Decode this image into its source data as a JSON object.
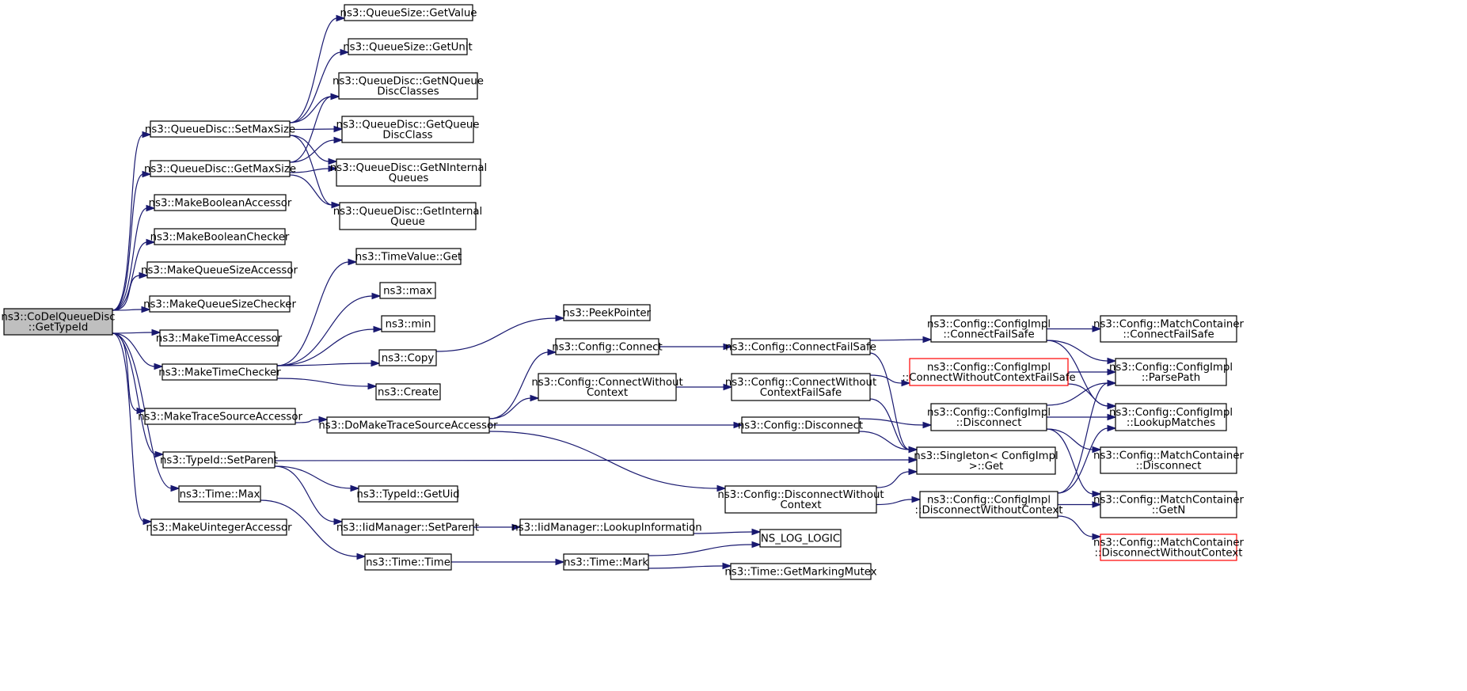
{
  "diagram": {
    "colors": {
      "edge": "#191970",
      "root_fill": "#bfbfbf",
      "node_fill": "#ffffff",
      "node_border": "#000000",
      "truncated_border": "#ff0000"
    },
    "nodes": [
      {
        "id": "root",
        "lines": [
          "ns3::CoDelQueueDisc",
          "::GetTypeId"
        ],
        "style": "root"
      },
      {
        "id": "qs_getvalue",
        "lines": [
          "ns3::QueueSize::GetValue"
        ]
      },
      {
        "id": "qs_getunit",
        "lines": [
          "ns3::QueueSize::GetUnit"
        ]
      },
      {
        "id": "qd_getnqueuediscclasses",
        "lines": [
          "ns3::QueueDisc::GetNQueue",
          "DiscClasses"
        ]
      },
      {
        "id": "qd_getqueuediscclass",
        "lines": [
          "ns3::QueueDisc::GetQueue",
          "DiscClass"
        ]
      },
      {
        "id": "qd_setmaxsize",
        "lines": [
          "ns3::QueueDisc::SetMaxSize"
        ]
      },
      {
        "id": "qd_getmaxsize",
        "lines": [
          "ns3::QueueDisc::GetMaxSize"
        ]
      },
      {
        "id": "qd_getninternalqueues",
        "lines": [
          "ns3::QueueDisc::GetNInternal",
          "Queues"
        ]
      },
      {
        "id": "qd_getinternalqueue",
        "lines": [
          "ns3::QueueDisc::GetInternal",
          "Queue"
        ]
      },
      {
        "id": "makebooleanaccessor",
        "lines": [
          "ns3::MakeBooleanAccessor"
        ]
      },
      {
        "id": "makebooleanchecker",
        "lines": [
          "ns3::MakeBooleanChecker"
        ]
      },
      {
        "id": "makequeuesizeaccessor",
        "lines": [
          "ns3::MakeQueueSizeAccessor"
        ]
      },
      {
        "id": "makequeuesizechecker",
        "lines": [
          "ns3::MakeQueueSizeChecker"
        ]
      },
      {
        "id": "maketimeaccessor",
        "lines": [
          "ns3::MakeTimeAccessor"
        ]
      },
      {
        "id": "maketimechecker",
        "lines": [
          "ns3::MakeTimeChecker"
        ]
      },
      {
        "id": "timevalue_get",
        "lines": [
          "ns3::TimeValue::Get"
        ]
      },
      {
        "id": "max",
        "lines": [
          "ns3::max"
        ]
      },
      {
        "id": "min",
        "lines": [
          "ns3::min"
        ]
      },
      {
        "id": "copy",
        "lines": [
          "ns3::Copy"
        ]
      },
      {
        "id": "create",
        "lines": [
          "ns3::Create"
        ]
      },
      {
        "id": "peekpointer",
        "lines": [
          "ns3::PeekPointer"
        ]
      },
      {
        "id": "maketracesourceaccessor",
        "lines": [
          "ns3::MakeTraceSourceAccessor"
        ]
      },
      {
        "id": "domaketracesourceaccessor",
        "lines": [
          "ns3::DoMakeTraceSourceAccessor"
        ]
      },
      {
        "id": "config_connect",
        "lines": [
          "ns3::Config::Connect"
        ]
      },
      {
        "id": "config_connectwithoutcontext",
        "lines": [
          "ns3::Config::ConnectWithout",
          "Context"
        ]
      },
      {
        "id": "config_connectfailsafe",
        "lines": [
          "ns3::Config::ConnectFailSafe"
        ]
      },
      {
        "id": "config_connectwithoutcontextfailsafe",
        "lines": [
          "ns3::Config::ConnectWithout",
          "ContextFailSafe"
        ]
      },
      {
        "id": "config_disconnect",
        "lines": [
          "ns3::Config::Disconnect"
        ]
      },
      {
        "id": "config_disconnectwithoutcontext",
        "lines": [
          "ns3::Config::DisconnectWithout",
          "Context"
        ]
      },
      {
        "id": "ci_connectfailsafe",
        "lines": [
          "ns3::Config::ConfigImpl",
          "::ConnectFailSafe"
        ]
      },
      {
        "id": "ci_connectwithoutcontextfailsafe",
        "lines": [
          "ns3::Config::ConfigImpl",
          "::ConnectWithoutContextFailSafe"
        ],
        "style": "truncated"
      },
      {
        "id": "ci_disconnect",
        "lines": [
          "ns3::Config::ConfigImpl",
          "::Disconnect"
        ]
      },
      {
        "id": "ci_disconnectwithoutcontext",
        "lines": [
          "ns3::Config::ConfigImpl",
          "::DisconnectWithoutContext"
        ]
      },
      {
        "id": "singleton_get",
        "lines": [
          "ns3::Singleton< ConfigImpl",
          " >::Get"
        ]
      },
      {
        "id": "mc_connectfailsafe",
        "lines": [
          "ns3::Config::MatchContainer",
          "::ConnectFailSafe"
        ]
      },
      {
        "id": "ci_parsepath",
        "lines": [
          "ns3::Config::ConfigImpl",
          "::ParsePath"
        ]
      },
      {
        "id": "ci_lookupmatches",
        "lines": [
          "ns3::Config::ConfigImpl",
          "::LookupMatches"
        ]
      },
      {
        "id": "mc_disconnect",
        "lines": [
          "ns3::Config::MatchContainer",
          "::Disconnect"
        ]
      },
      {
        "id": "mc_getn",
        "lines": [
          "ns3::Config::MatchContainer",
          "::GetN"
        ]
      },
      {
        "id": "mc_disconnectwithoutcontext",
        "lines": [
          "ns3::Config::MatchContainer",
          "::DisconnectWithoutContext"
        ],
        "style": "truncated"
      },
      {
        "id": "typeid_setparent",
        "lines": [
          "ns3::TypeId::SetParent"
        ]
      },
      {
        "id": "typeid_getuid",
        "lines": [
          "ns3::TypeId::GetUid"
        ]
      },
      {
        "id": "iidmanager_setparent",
        "lines": [
          "ns3::IidManager::SetParent"
        ]
      },
      {
        "id": "iidmanager_lookupinformation",
        "lines": [
          "ns3::IidManager::LookupInformation"
        ]
      },
      {
        "id": "ns_log_logic",
        "lines": [
          "NS_LOG_LOGIC"
        ]
      },
      {
        "id": "time_max",
        "lines": [
          "ns3::Time::Max"
        ]
      },
      {
        "id": "time_time",
        "lines": [
          "ns3::Time::Time"
        ]
      },
      {
        "id": "time_mark",
        "lines": [
          "ns3::Time::Mark"
        ]
      },
      {
        "id": "time_getmarkingmutex",
        "lines": [
          "ns3::Time::GetMarkingMutex"
        ]
      },
      {
        "id": "makeuintegeraccessor",
        "lines": [
          "ns3::MakeUintegerAccessor"
        ]
      }
    ],
    "edges": [
      {
        "from": "root",
        "to": "qd_setmaxsize"
      },
      {
        "from": "root",
        "to": "qd_getmaxsize"
      },
      {
        "from": "root",
        "to": "makebooleanaccessor"
      },
      {
        "from": "root",
        "to": "makebooleanchecker"
      },
      {
        "from": "root",
        "to": "makequeuesizeaccessor"
      },
      {
        "from": "root",
        "to": "makequeuesizechecker"
      },
      {
        "from": "root",
        "to": "maketimeaccessor"
      },
      {
        "from": "root",
        "to": "maketimechecker"
      },
      {
        "from": "root",
        "to": "maketracesourceaccessor"
      },
      {
        "from": "root",
        "to": "typeid_setparent"
      },
      {
        "from": "root",
        "to": "time_max"
      },
      {
        "from": "root",
        "to": "makeuintegeraccessor"
      },
      {
        "from": "qd_setmaxsize",
        "to": "qs_getvalue"
      },
      {
        "from": "qd_setmaxsize",
        "to": "qs_getunit"
      },
      {
        "from": "qd_setmaxsize",
        "to": "qd_getnqueuediscclasses"
      },
      {
        "from": "qd_setmaxsize",
        "to": "qd_getqueuediscclass"
      },
      {
        "from": "qd_setmaxsize",
        "to": "qd_getninternalqueues"
      },
      {
        "from": "qd_setmaxsize",
        "to": "qd_getinternalqueue"
      },
      {
        "from": "qd_getmaxsize",
        "to": "qd_getnqueuediscclasses"
      },
      {
        "from": "qd_getmaxsize",
        "to": "qd_getqueuediscclass"
      },
      {
        "from": "qd_getmaxsize",
        "to": "qd_getninternalqueues"
      },
      {
        "from": "qd_getmaxsize",
        "to": "qd_getinternalqueue"
      },
      {
        "from": "maketimechecker",
        "to": "timevalue_get"
      },
      {
        "from": "maketimechecker",
        "to": "max"
      },
      {
        "from": "maketimechecker",
        "to": "min"
      },
      {
        "from": "maketimechecker",
        "to": "copy"
      },
      {
        "from": "maketimechecker",
        "to": "create"
      },
      {
        "from": "copy",
        "to": "peekpointer"
      },
      {
        "from": "maketracesourceaccessor",
        "to": "domaketracesourceaccessor"
      },
      {
        "from": "domaketracesourceaccessor",
        "to": "config_connect"
      },
      {
        "from": "domaketracesourceaccessor",
        "to": "config_connectwithoutcontext"
      },
      {
        "from": "domaketracesourceaccessor",
        "to": "config_disconnect"
      },
      {
        "from": "domaketracesourceaccessor",
        "to": "config_disconnectwithoutcontext"
      },
      {
        "from": "config_connect",
        "to": "config_connectfailsafe"
      },
      {
        "from": "config_connectwithoutcontext",
        "to": "config_connectwithoutcontextfailsafe"
      },
      {
        "from": "config_connectfailsafe",
        "to": "ci_connectfailsafe"
      },
      {
        "from": "config_connectfailsafe",
        "to": "singleton_get"
      },
      {
        "from": "config_connectwithoutcontextfailsafe",
        "to": "ci_connectwithoutcontextfailsafe"
      },
      {
        "from": "config_connectwithoutcontextfailsafe",
        "to": "singleton_get"
      },
      {
        "from": "config_disconnect",
        "to": "ci_disconnect"
      },
      {
        "from": "config_disconnect",
        "to": "singleton_get"
      },
      {
        "from": "config_disconnectwithoutcontext",
        "to": "ci_disconnectwithoutcontext"
      },
      {
        "from": "config_disconnectwithoutcontext",
        "to": "singleton_get"
      },
      {
        "from": "ci_connectfailsafe",
        "to": "mc_connectfailsafe"
      },
      {
        "from": "ci_connectfailsafe",
        "to": "ci_parsepath"
      },
      {
        "from": "ci_connectfailsafe",
        "to": "ci_lookupmatches"
      },
      {
        "from": "ci_connectwithoutcontextfailsafe",
        "to": "ci_parsepath"
      },
      {
        "from": "ci_connectwithoutcontextfailsafe",
        "to": "ci_lookupmatches"
      },
      {
        "from": "ci_disconnect",
        "to": "ci_parsepath"
      },
      {
        "from": "ci_disconnect",
        "to": "ci_lookupmatches"
      },
      {
        "from": "ci_disconnect",
        "to": "mc_disconnect"
      },
      {
        "from": "ci_disconnect",
        "to": "mc_getn"
      },
      {
        "from": "ci_disconnectwithoutcontext",
        "to": "ci_parsepath"
      },
      {
        "from": "ci_disconnectwithoutcontext",
        "to": "ci_lookupmatches"
      },
      {
        "from": "ci_disconnectwithoutcontext",
        "to": "mc_getn"
      },
      {
        "from": "ci_disconnectwithoutcontext",
        "to": "mc_disconnectwithoutcontext"
      },
      {
        "from": "typeid_setparent",
        "to": "singleton_get"
      },
      {
        "from": "typeid_setparent",
        "to": "typeid_getuid"
      },
      {
        "from": "typeid_setparent",
        "to": "iidmanager_setparent"
      },
      {
        "from": "iidmanager_setparent",
        "to": "iidmanager_lookupinformation"
      },
      {
        "from": "iidmanager_lookupinformation",
        "to": "ns_log_logic"
      },
      {
        "from": "time_max",
        "to": "time_time"
      },
      {
        "from": "time_time",
        "to": "time_mark"
      },
      {
        "from": "time_mark",
        "to": "ns_log_logic"
      },
      {
        "from": "time_mark",
        "to": "time_getmarkingmutex"
      }
    ]
  }
}
